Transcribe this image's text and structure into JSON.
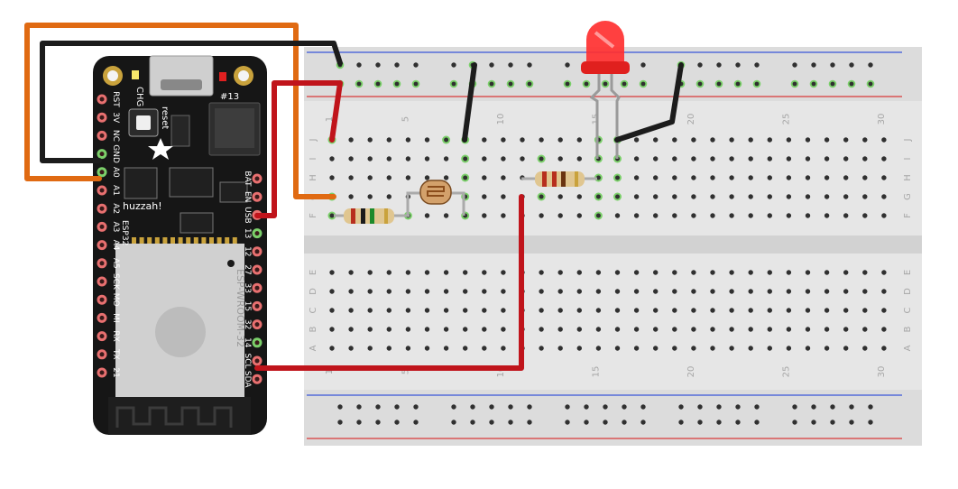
{
  "breadboard": {
    "row_letters_top": [
      "J",
      "I",
      "H",
      "G",
      "F"
    ],
    "row_letters_bottom": [
      "E",
      "D",
      "C",
      "B",
      "A"
    ],
    "column_numbers": [
      "1",
      "5",
      "10",
      "15",
      "20",
      "25",
      "30"
    ],
    "colors": {
      "board": "#e3e3e3",
      "hole": "#303030",
      "active_hole": "#7bd06a",
      "rail_red": "#d83a3a",
      "rail_blue": "#3a55d8",
      "label": "#a6a6a6"
    }
  },
  "esp32": {
    "name": "huzzah!",
    "series": "ESP32",
    "module": "ESP-WROOM-32",
    "led_labels": [
      "CHG",
      "#13"
    ],
    "reset_label": "reset",
    "left_pins": [
      "RST",
      "3V",
      "NC",
      "GND",
      "A0",
      "A1",
      "A2",
      "A3",
      "A4",
      "A5",
      "SCK",
      "MO",
      "MI",
      "RX",
      "TX",
      "21"
    ],
    "right_pins": [
      "BAT",
      "EN",
      "USB",
      "13",
      "12",
      "27",
      "33",
      "15",
      "32",
      "14",
      "SCL",
      "SDA"
    ],
    "colors": {
      "pcb": "#161616",
      "pad": "#e87070",
      "silk": "#ffffff",
      "module": "#d0d0d0"
    }
  },
  "components": {
    "led": {
      "color": "#ff3030",
      "icon": "led-icon"
    },
    "photoresistor": {
      "icon": "photoresistor-icon"
    },
    "resistors": 2
  },
  "wires": {
    "colors": {
      "black": "#1c1c1c",
      "red": "#c0141b",
      "orange": "#e06a12"
    }
  }
}
